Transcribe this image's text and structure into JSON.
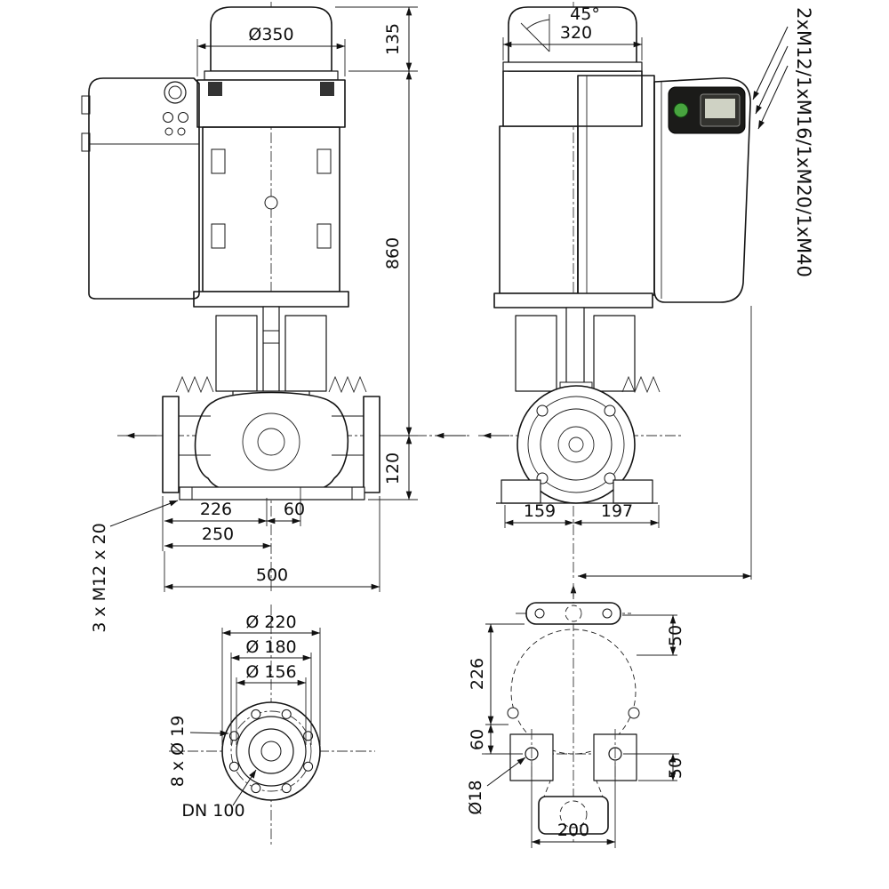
{
  "colors": {
    "line": "#141414",
    "module_dark": "#3c3c3c",
    "display_bg": "#1b1b19",
    "button_green": "#48a43f",
    "paper": "#ffffff"
  },
  "front_view": {
    "dim_motor_diameter": "Ø350",
    "dim_fan_height": "135",
    "dim_total_height": "860",
    "dim_port_to_base": "120",
    "dim_suction_to_center": "226",
    "dim_center_offset": "60",
    "dim_suction_to_axis": "250",
    "dim_overall_length": "500",
    "label_foot_bolts": "3 x M12 x 20"
  },
  "side_view": {
    "label_swivel_angle": "45°",
    "dim_motor_width": "320",
    "dim_left_of_center": "159",
    "dim_right_of_center": "197",
    "label_cable_glands": "2xM12/1xM16/1xM20/1xM40"
  },
  "flange_view": {
    "dim_outer_diameter": "Ø 220",
    "dim_bolt_circle": "Ø 180",
    "dim_raised_face": "Ø 156",
    "label_bolt_holes": "8 x Ø 19",
    "label_nominal": "DN 100"
  },
  "base_view": {
    "dim_center_to_flange": "226",
    "dim_center_to_axis": "60",
    "dim_top_50": "50",
    "dim_bottom_50": "50",
    "label_foot_hole": "Ø18",
    "dim_foot_spacing": "200"
  }
}
